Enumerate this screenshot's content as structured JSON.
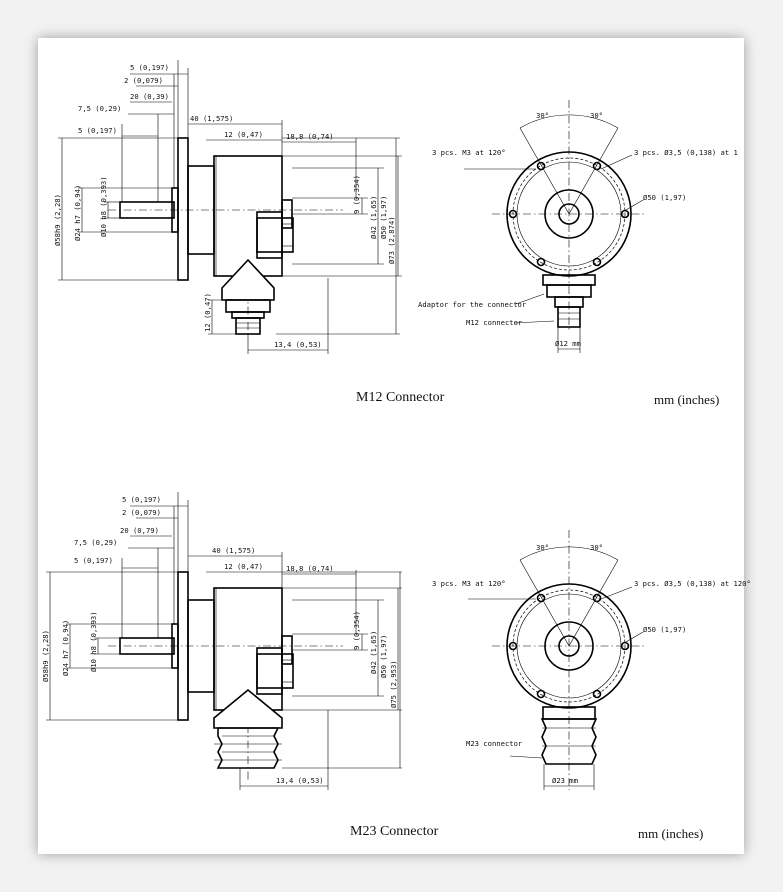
{
  "m12": {
    "caption": "M12 Connector",
    "units": "mm (inches)",
    "dims": {
      "d1": "5 (0,197)",
      "d2": "2 (0,079)",
      "d3": "20 (0,39)",
      "d4": "7,5 (0,29)",
      "d5": "5 (0,197)",
      "d6": "40 (1,575)",
      "d7": "12 (0,47)",
      "d8": "18,8 (0,74)",
      "d9": "9 (0,354)",
      "v1": "Ø58h9 (2,28)",
      "v2": "Ø24 h7 (0,94)",
      "v3": "Ø10 h8 (0,393)",
      "v4": "Ø42 (1,65)",
      "v5": "Ø50 (1,97)",
      "v6": "Ø73 (2,874)",
      "v7": "12 (0,47)",
      "b1": "13,4 (0,53)"
    },
    "front": {
      "ang1": "30°",
      "ang2": "30°",
      "holes_left": "3 pcs. M3 at 120°",
      "holes_right": "3 pcs. Ø3,5 (0,138) at 1",
      "pcd": "Ø50 (1,97)",
      "adaptor": "Adaptor for the connector",
      "connector": "M12 connector",
      "conn_dia": "Ø12 mm"
    }
  },
  "m23": {
    "caption": "M23 Connector",
    "units": "mm (inches)",
    "dims": {
      "d1": "5 (0,197)",
      "d2": "2 (0,079)",
      "d3": "20 (0,79)",
      "d4": "7,5 (0,29)",
      "d5": "5 (0,197)",
      "d6": "40 (1,575)",
      "d7": "12 (0,47)",
      "d8": "18,8 (0,74)",
      "d9": "9 (0,354)",
      "v1": "Ø58h9 (2,28)",
      "v2": "Ø24 h7 (0,94)",
      "v3": "Ø10 h8 (0,393)",
      "v4": "Ø42 (1,65)",
      "v5": "Ø50 (1,97)",
      "v6": "Ø75 (2,953)",
      "b1": "13,4 (0,53)"
    },
    "front": {
      "ang1": "30°",
      "ang2": "30°",
      "holes_left": "3 pcs. M3 at 120°",
      "holes_right": "3 pcs. Ø3,5 (0,138) at 120°",
      "pcd": "Ø50 (1,97)",
      "connector": "M23 connector",
      "conn_dia": "Ø23 mm"
    }
  }
}
